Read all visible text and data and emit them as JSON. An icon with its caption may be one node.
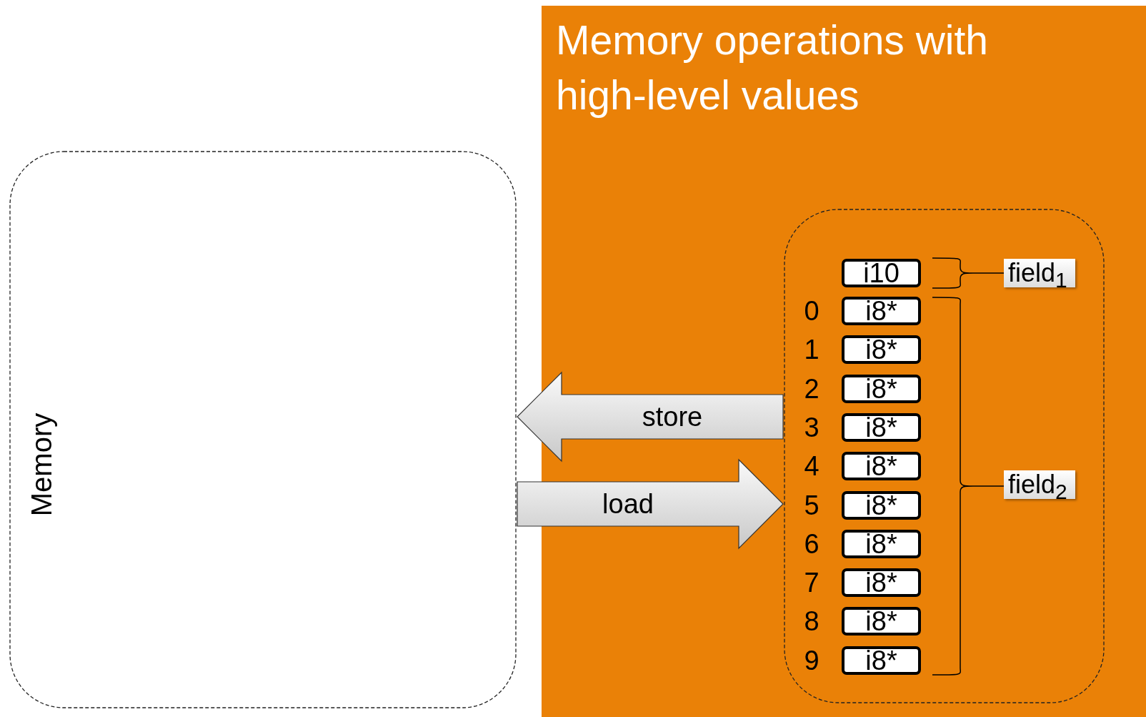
{
  "diagram": {
    "nodes": [
      {
        "text": [
          "Memory operations with high-level values"
        ]
      },
      {
        "text": [
          "Memory"
        ]
      },
      {
        "text": [],
        "shape": "box",
        "in": 0
      },
      {
        "text": [
          "i10"
        ],
        "in": 2
      },
      {
        "text": [
          "i8*"
        ],
        "in": 2,
        "beside": [
          "0"
        ]
      },
      {
        "text": [
          "i8*"
        ],
        "in": 2,
        "beside": [
          "1"
        ]
      },
      {
        "text": [
          "i8*"
        ],
        "in": 2,
        "beside": [
          "2"
        ]
      },
      {
        "text": [
          "i8*"
        ],
        "in": 2,
        "beside": [
          "3"
        ]
      },
      {
        "text": [
          "i8*"
        ],
        "in": 2,
        "beside": [
          "4"
        ]
      },
      {
        "text": [
          "i8*"
        ],
        "in": 2,
        "beside": [
          "5"
        ]
      },
      {
        "text": [
          "i8*"
        ],
        "in": 2,
        "beside": [
          "6"
        ]
      },
      {
        "text": [
          "i8*"
        ],
        "in": 2,
        "beside": [
          "7"
        ]
      },
      {
        "text": [
          "i8*"
        ],
        "in": 2,
        "beside": [
          "8"
        ]
      },
      {
        "text": [
          "i8*"
        ],
        "in": 2,
        "beside": [
          "9"
        ]
      },
      {
        "text": [
          "field$_{1}$"
        ],
        "in": 2
      },
      {
        "text": [
          "field$_{2}$"
        ],
        "in": 2
      }
    ],
    "edges": [
      {
        "from": 2,
        "to": 1,
        "arrow": "to",
        "label": "store",
        "style": "thick"
      },
      {
        "from": 1,
        "to": 2,
        "arrow": "to",
        "label": "load",
        "style": "thick"
      }
    ]
  }
}
